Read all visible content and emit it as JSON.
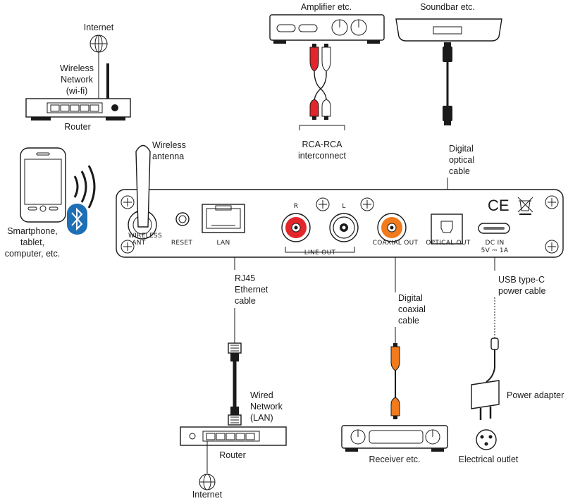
{
  "labels": {
    "amplifier": "Amplifier etc.",
    "soundbar": "Soundbar etc.",
    "internet_top": "Internet",
    "wireless_network": [
      "Wireless",
      "Network",
      "(wi-fi)"
    ],
    "router_top": "Router",
    "wireless_antenna": [
      "Wireless",
      "antenna"
    ],
    "rca": [
      "RCA-RCA",
      "interconnect"
    ],
    "digital_optical": [
      "Digital",
      "optical",
      "cable"
    ],
    "smartphone": [
      "Smartphone,",
      "tablet,",
      "computer, etc."
    ],
    "rj45": [
      "RJ45",
      "Ethernet",
      "cable"
    ],
    "wired_network": [
      "Wired",
      "Network",
      "(LAN)"
    ],
    "router_bottom": "Router",
    "internet_bottom": "Internet",
    "digital_coaxial": [
      "Digital",
      "coaxial",
      "cable"
    ],
    "receiver": "Receiver etc.",
    "usb_c": [
      "USB type-C",
      "power cable"
    ],
    "power_adapter": "Power adapter",
    "electrical_outlet": "Electrical outlet"
  },
  "panel": {
    "wireless_ant": [
      "WIRELESS",
      "ANT"
    ],
    "reset": "RESET",
    "lan": "LAN",
    "r": "R",
    "l": "L",
    "line_out": "LINE OUT",
    "coaxial_out": "COAXIAL OUT",
    "optical_out": "OPTICAL  OUT",
    "dc_in": "DC IN",
    "dc_rating": "5V ⎓ 1A",
    "ce": "CE"
  },
  "colors": {
    "rca_red": "#e3262b",
    "coax_orange": "#f07a1c",
    "bluetooth": "#1f6fb5",
    "line": "#1a1a1a"
  },
  "icons": [
    "globe-icon",
    "bluetooth-icon",
    "wifi-waves-icon",
    "weee-bin-icon"
  ]
}
